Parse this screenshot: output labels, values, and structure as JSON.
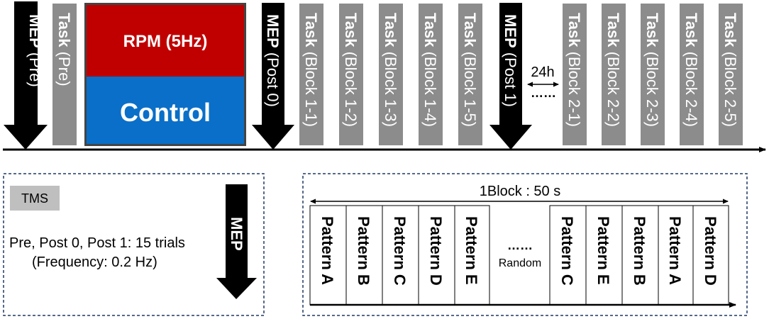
{
  "timeline": {
    "mep_pre": {
      "bold": "MEP",
      "rest": " (Pre)"
    },
    "task_pre": {
      "bold": "Task",
      "rest": " (Pre)"
    },
    "rpm_label": "RPM (5Hz)",
    "control_label": "Control",
    "mep_post0": {
      "bold": "MEP",
      "rest": " (Post 0)"
    },
    "tasks_block1": [
      {
        "bold": "Task",
        "rest": " (Block 1-1)"
      },
      {
        "bold": "Task",
        "rest": " (Block 1-2)"
      },
      {
        "bold": "Task",
        "rest": " (Block 1-3)"
      },
      {
        "bold": "Task",
        "rest": " (Block 1-4)"
      },
      {
        "bold": "Task",
        "rest": " (Block 1-5)"
      }
    ],
    "mep_post1": {
      "bold": "MEP",
      "rest": " (Post 1)"
    },
    "gap_label": "24h",
    "gap_dots": "……",
    "tasks_block2": [
      {
        "bold": "Task",
        "rest": " (Block 2-1)"
      },
      {
        "bold": "Task",
        "rest": " (Block 2-2)"
      },
      {
        "bold": "Task",
        "rest": " (Block 2-3)"
      },
      {
        "bold": "Task",
        "rest": " (Block 2-4)"
      },
      {
        "bold": "Task",
        "rest": " (Block 2-5)"
      }
    ]
  },
  "tms_panel": {
    "badge": "TMS",
    "line1": "Pre, Post 0, Post 1: 15 trials",
    "line2": "(Frequency: 0.2 Hz)",
    "mep_label": "MEP"
  },
  "block_panel": {
    "duration_label": "1Block : 50 s",
    "patterns_left": [
      "Pattern A",
      "Pattern B",
      "Pattern C",
      "Pattern D",
      "Pattern E"
    ],
    "dots": "……",
    "random_label": "Random",
    "patterns_right": [
      "Pattern C",
      "Pattern E",
      "Pattern B",
      "Pattern A",
      "Pattern D"
    ]
  },
  "colors": {
    "task_gray": "#8c8c8c",
    "rpm_red": "#c00000",
    "control_blue": "#0a6fc8",
    "arrow_black": "#000000",
    "dashed_border": "#1f3864",
    "badge_gray": "#bfbfbf"
  }
}
